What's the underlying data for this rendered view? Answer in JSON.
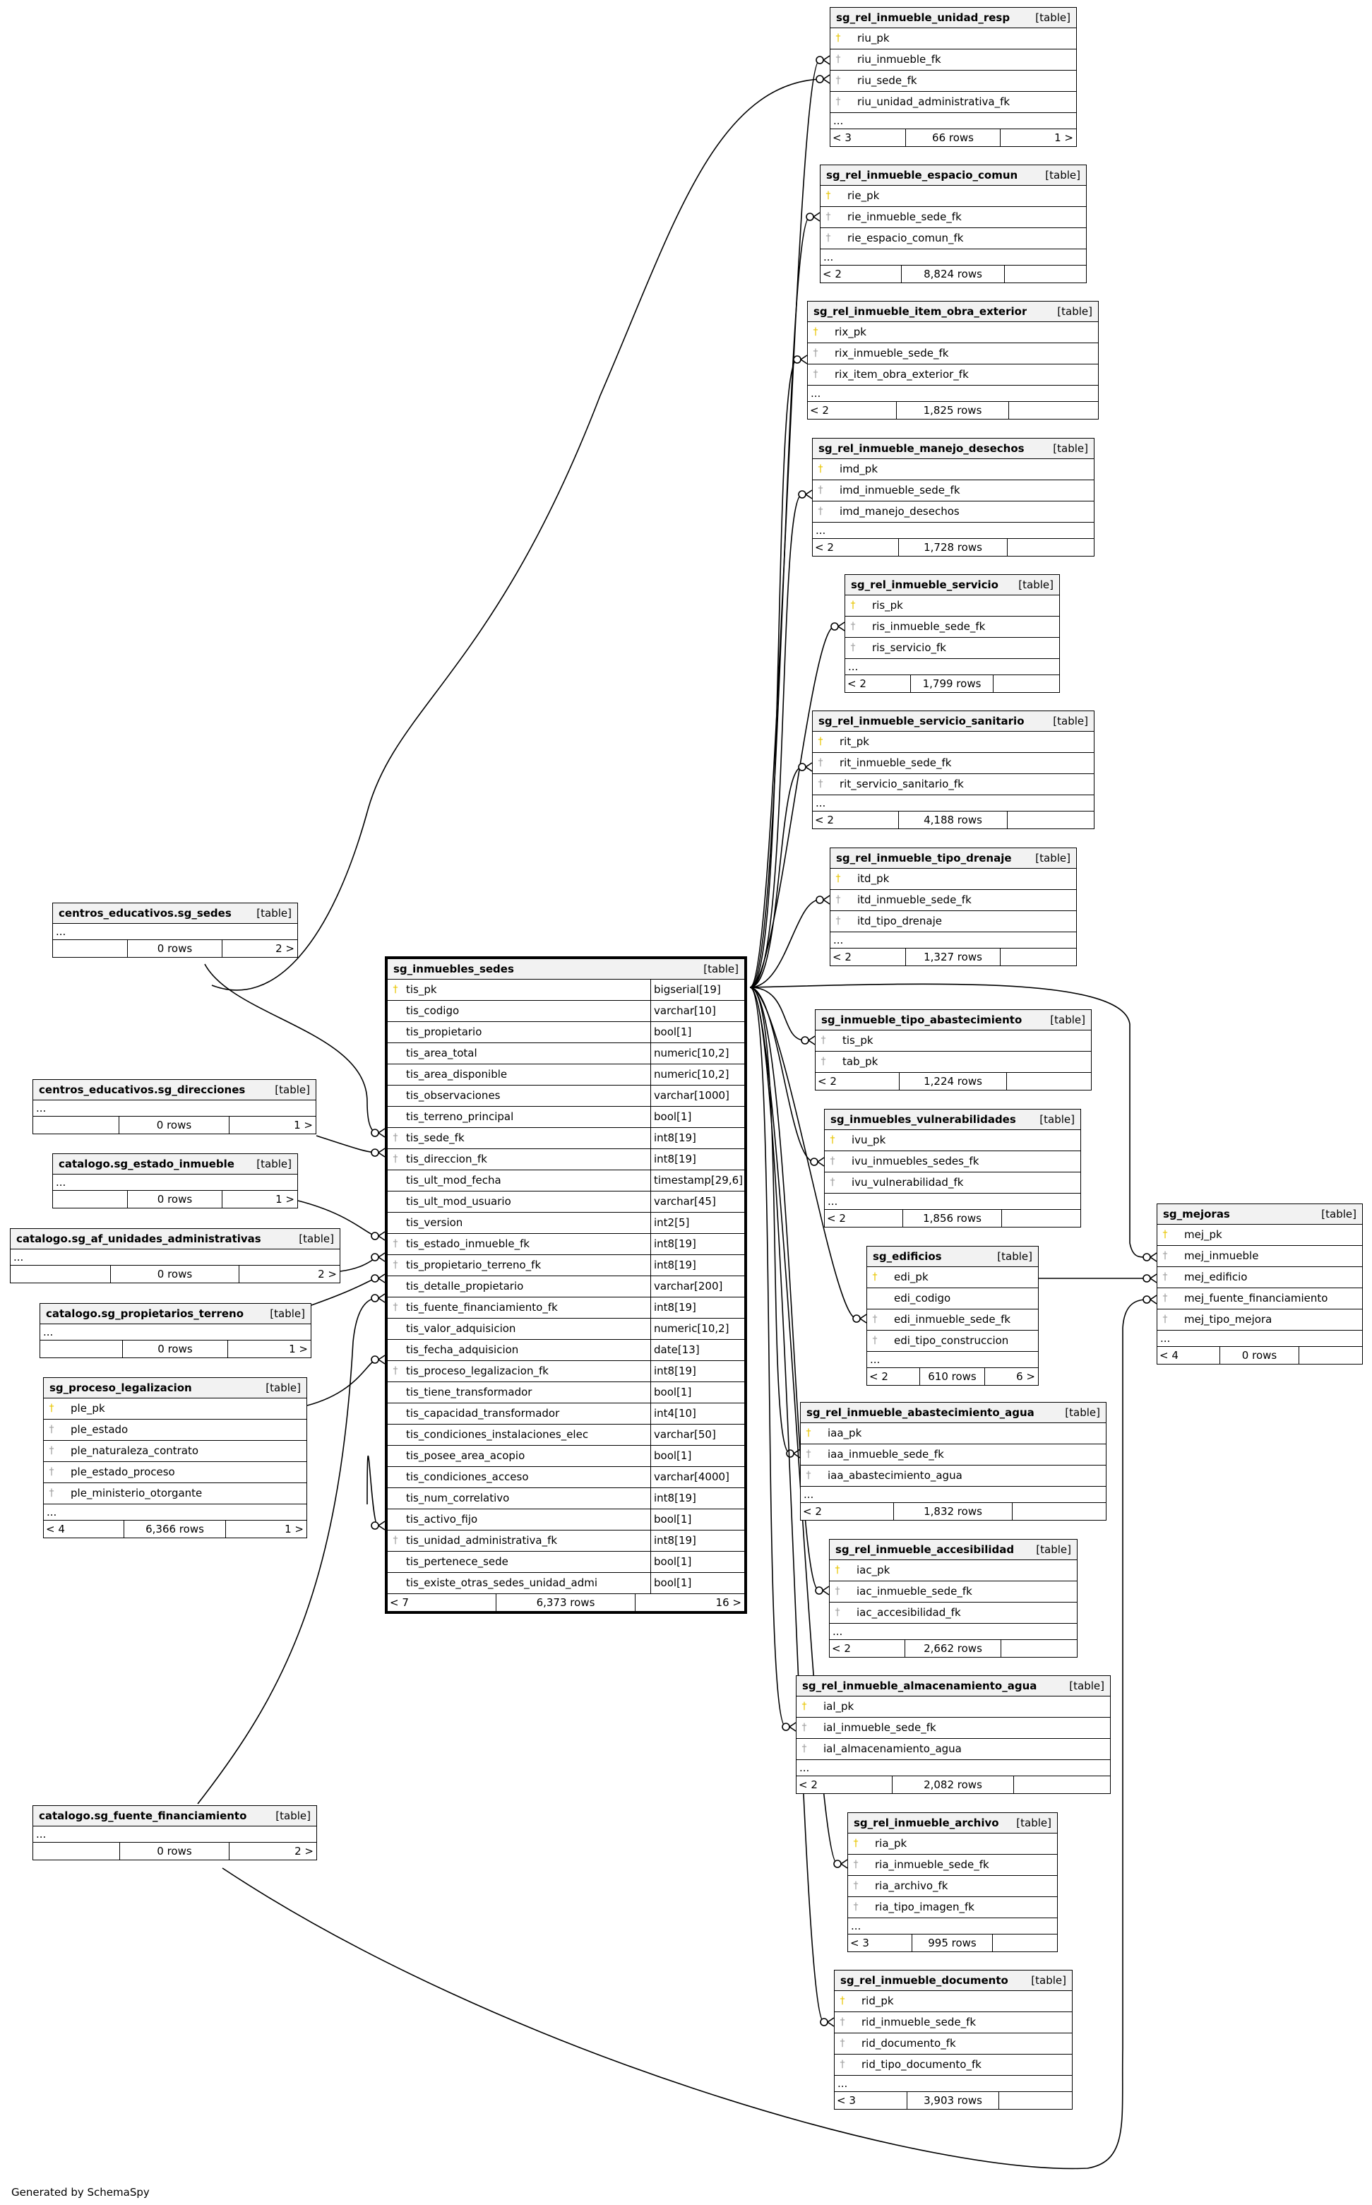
{
  "footer": "Generated by SchemaSpy",
  "tables": [
    {
      "id": "t_unidad_resp",
      "name": "sg_rel_inmueble_unidad_resp",
      "tag": "[table]",
      "columns": [
        {
          "name": "riu_pk",
          "icon": "pk"
        },
        {
          "name": "riu_inmueble_fk",
          "icon": "fk"
        },
        {
          "name": "riu_sede_fk",
          "icon": "fk"
        },
        {
          "name": "riu_unidad_administrativa_fk",
          "icon": "fk"
        }
      ],
      "ellipsis": "...",
      "footer": [
        "< 3",
        "66 rows",
        "1 >"
      ]
    },
    {
      "id": "t_espacio",
      "name": "sg_rel_inmueble_espacio_comun",
      "tag": "[table]",
      "columns": [
        {
          "name": "rie_pk",
          "icon": "pk"
        },
        {
          "name": "rie_inmueble_sede_fk",
          "icon": "fk"
        },
        {
          "name": "rie_espacio_comun_fk",
          "icon": "fk"
        }
      ],
      "ellipsis": "...",
      "footer": [
        "< 2",
        "8,824 rows",
        ""
      ]
    },
    {
      "id": "t_item_obra",
      "name": "sg_rel_inmueble_item_obra_exterior",
      "tag": "[table]",
      "columns": [
        {
          "name": "rix_pk",
          "icon": "pk"
        },
        {
          "name": "rix_inmueble_sede_fk",
          "icon": "fk"
        },
        {
          "name": "rix_item_obra_exterior_fk",
          "icon": "fk"
        }
      ],
      "ellipsis": "...",
      "footer": [
        "< 2",
        "1,825 rows",
        ""
      ]
    },
    {
      "id": "t_desechos",
      "name": "sg_rel_inmueble_manejo_desechos",
      "tag": "[table]",
      "columns": [
        {
          "name": "imd_pk",
          "icon": "pk"
        },
        {
          "name": "imd_inmueble_sede_fk",
          "icon": "fk"
        },
        {
          "name": "imd_manejo_desechos",
          "icon": "fk"
        }
      ],
      "ellipsis": "...",
      "footer": [
        "< 2",
        "1,728 rows",
        ""
      ]
    },
    {
      "id": "t_servicio",
      "name": "sg_rel_inmueble_servicio",
      "tag": "[table]",
      "columns": [
        {
          "name": "ris_pk",
          "icon": "pk"
        },
        {
          "name": "ris_inmueble_sede_fk",
          "icon": "fk"
        },
        {
          "name": "ris_servicio_fk",
          "icon": "fk"
        }
      ],
      "ellipsis": "...",
      "footer": [
        "< 2",
        "1,799 rows",
        ""
      ]
    },
    {
      "id": "t_sanitario",
      "name": "sg_rel_inmueble_servicio_sanitario",
      "tag": "[table]",
      "columns": [
        {
          "name": "rit_pk",
          "icon": "pk"
        },
        {
          "name": "rit_inmueble_sede_fk",
          "icon": "fk"
        },
        {
          "name": "rit_servicio_sanitario_fk",
          "icon": "fk"
        }
      ],
      "ellipsis": "...",
      "footer": [
        "< 2",
        "4,188 rows",
        ""
      ]
    },
    {
      "id": "t_drenaje",
      "name": "sg_rel_inmueble_tipo_drenaje",
      "tag": "[table]",
      "columns": [
        {
          "name": "itd_pk",
          "icon": "pk"
        },
        {
          "name": "itd_inmueble_sede_fk",
          "icon": "fk"
        },
        {
          "name": "itd_tipo_drenaje",
          "icon": "fk"
        }
      ],
      "ellipsis": "...",
      "footer": [
        "< 2",
        "1,327 rows",
        ""
      ]
    },
    {
      "id": "t_tipo_abast",
      "name": "sg_inmueble_tipo_abastecimiento",
      "tag": "[table]",
      "columns": [
        {
          "name": "tis_pk",
          "icon": "fk"
        },
        {
          "name": "tab_pk",
          "icon": "fk"
        }
      ],
      "ellipsis": "",
      "footer": [
        "< 2",
        "1,224 rows",
        ""
      ]
    },
    {
      "id": "t_vulner",
      "name": "sg_inmuebles_vulnerabilidades",
      "tag": "[table]",
      "columns": [
        {
          "name": "ivu_pk",
          "icon": "pk"
        },
        {
          "name": "ivu_inmuebles_sedes_fk",
          "icon": "fk"
        },
        {
          "name": "ivu_vulnerabilidad_fk",
          "icon": "fk"
        }
      ],
      "ellipsis": "...",
      "footer": [
        "< 2",
        "1,856 rows",
        ""
      ]
    },
    {
      "id": "t_edificios",
      "name": "sg_edificios",
      "tag": "[table]",
      "columns": [
        {
          "name": "edi_pk",
          "icon": "pk"
        },
        {
          "name": "edi_codigo",
          "icon": "nn"
        },
        {
          "name": "edi_inmueble_sede_fk",
          "icon": "fk"
        },
        {
          "name": "edi_tipo_construccion",
          "icon": "fk"
        }
      ],
      "ellipsis": "...",
      "footer": [
        "< 2",
        "610 rows",
        "6 >"
      ]
    },
    {
      "id": "t_abast_agua",
      "name": "sg_rel_inmueble_abastecimiento_agua",
      "tag": "[table]",
      "columns": [
        {
          "name": "iaa_pk",
          "icon": "pk"
        },
        {
          "name": "iaa_inmueble_sede_fk",
          "icon": "fk"
        },
        {
          "name": "iaa_abastecimiento_agua",
          "icon": "fk"
        }
      ],
      "ellipsis": "...",
      "footer": [
        "< 2",
        "1,832 rows",
        ""
      ]
    },
    {
      "id": "t_accesib",
      "name": "sg_rel_inmueble_accesibilidad",
      "tag": "[table]",
      "columns": [
        {
          "name": "iac_pk",
          "icon": "pk"
        },
        {
          "name": "iac_inmueble_sede_fk",
          "icon": "fk"
        },
        {
          "name": "iac_accesibilidad_fk",
          "icon": "fk"
        }
      ],
      "ellipsis": "...",
      "footer": [
        "< 2",
        "2,662 rows",
        ""
      ]
    },
    {
      "id": "t_almac",
      "name": "sg_rel_inmueble_almacenamiento_agua",
      "tag": "[table]",
      "columns": [
        {
          "name": "ial_pk",
          "icon": "pk"
        },
        {
          "name": "ial_inmueble_sede_fk",
          "icon": "fk"
        },
        {
          "name": "ial_almacenamiento_agua",
          "icon": "fk"
        }
      ],
      "ellipsis": "...",
      "footer": [
        "< 2",
        "2,082 rows",
        ""
      ]
    },
    {
      "id": "t_archivo",
      "name": "sg_rel_inmueble_archivo",
      "tag": "[table]",
      "columns": [
        {
          "name": "ria_pk",
          "icon": "pk"
        },
        {
          "name": "ria_inmueble_sede_fk",
          "icon": "fk"
        },
        {
          "name": "ria_archivo_fk",
          "icon": "fk"
        },
        {
          "name": "ria_tipo_imagen_fk",
          "icon": "fk"
        }
      ],
      "ellipsis": "...",
      "footer": [
        "< 3",
        "995 rows",
        ""
      ]
    },
    {
      "id": "t_documento",
      "name": "sg_rel_inmueble_documento",
      "tag": "[table]",
      "columns": [
        {
          "name": "rid_pk",
          "icon": "pk"
        },
        {
          "name": "rid_inmueble_sede_fk",
          "icon": "fk"
        },
        {
          "name": "rid_documento_fk",
          "icon": "fk"
        },
        {
          "name": "rid_tipo_documento_fk",
          "icon": "fk"
        }
      ],
      "ellipsis": "...",
      "footer": [
        "< 3",
        "3,903 rows",
        ""
      ]
    },
    {
      "id": "t_mejoras",
      "name": "sg_mejoras",
      "tag": "[table]",
      "columns": [
        {
          "name": "mej_pk",
          "icon": "pk"
        },
        {
          "name": "mej_inmueble",
          "icon": "fk"
        },
        {
          "name": "mej_edificio",
          "icon": "fk"
        },
        {
          "name": "mej_fuente_financiamiento",
          "icon": "fk"
        },
        {
          "name": "mej_tipo_mejora",
          "icon": "fk"
        }
      ],
      "ellipsis": "...",
      "footer": [
        "< 4",
        "0 rows",
        ""
      ]
    },
    {
      "id": "t_sedes",
      "name": "centros_educativos.sg_sedes",
      "tag": "[table]",
      "columns": [],
      "ellipsis": "...",
      "footer": [
        "",
        "0 rows",
        "2 >"
      ]
    },
    {
      "id": "t_direcciones",
      "name": "centros_educativos.sg_direcciones",
      "tag": "[table]",
      "columns": [],
      "ellipsis": "...",
      "footer": [
        "",
        "0 rows",
        "1 >"
      ]
    },
    {
      "id": "t_estado",
      "name": "catalogo.sg_estado_inmueble",
      "tag": "[table]",
      "columns": [],
      "ellipsis": "...",
      "footer": [
        "",
        "0 rows",
        "1 >"
      ]
    },
    {
      "id": "t_af_unidades",
      "name": "catalogo.sg_af_unidades_administrativas",
      "tag": "[table]",
      "columns": [],
      "ellipsis": "...",
      "footer": [
        "",
        "0 rows",
        "2 >"
      ]
    },
    {
      "id": "t_propietarios",
      "name": "catalogo.sg_propietarios_terreno",
      "tag": "[table]",
      "columns": [],
      "ellipsis": "...",
      "footer": [
        "",
        "0 rows",
        "1 >"
      ]
    },
    {
      "id": "t_proceso",
      "name": "sg_proceso_legalizacion",
      "tag": "[table]",
      "columns": [
        {
          "name": "ple_pk",
          "icon": "pk"
        },
        {
          "name": "ple_estado",
          "icon": "fk"
        },
        {
          "name": "ple_naturaleza_contrato",
          "icon": "fk"
        },
        {
          "name": "ple_estado_proceso",
          "icon": "fk"
        },
        {
          "name": "ple_ministerio_otorgante",
          "icon": "fk"
        }
      ],
      "ellipsis": "...",
      "footer": [
        "< 4",
        "6,366 rows",
        "1 >"
      ]
    },
    {
      "id": "t_fuente",
      "name": "catalogo.sg_fuente_financiamiento",
      "tag": "[table]",
      "columns": [],
      "ellipsis": "...",
      "footer": [
        "",
        "0 rows",
        "2 >"
      ]
    },
    {
      "id": "t_main",
      "name": "sg_inmuebles_sedes",
      "tag": "[table]",
      "main": true,
      "columns": [
        {
          "name": "tis_pk",
          "type": "bigserial[19]",
          "icon": "pk"
        },
        {
          "name": "tis_codigo",
          "type": "varchar[10]",
          "icon": "nn"
        },
        {
          "name": "tis_propietario",
          "type": "bool[1]",
          "icon": "nn"
        },
        {
          "name": "tis_area_total",
          "type": "numeric[10,2]",
          "icon": "nn"
        },
        {
          "name": "tis_area_disponible",
          "type": "numeric[10,2]",
          "icon": "nn"
        },
        {
          "name": "tis_observaciones",
          "type": "varchar[1000]",
          "icon": "nn"
        },
        {
          "name": "tis_terreno_principal",
          "type": "bool[1]",
          "icon": "nn"
        },
        {
          "name": "tis_sede_fk",
          "type": "int8[19]",
          "icon": "fk"
        },
        {
          "name": "tis_direccion_fk",
          "type": "int8[19]",
          "icon": "fk"
        },
        {
          "name": "tis_ult_mod_fecha",
          "type": "timestamp[29,6]",
          "icon": "nn"
        },
        {
          "name": "tis_ult_mod_usuario",
          "type": "varchar[45]",
          "icon": "nn"
        },
        {
          "name": "tis_version",
          "type": "int2[5]",
          "icon": "nn"
        },
        {
          "name": "tis_estado_inmueble_fk",
          "type": "int8[19]",
          "icon": "fk"
        },
        {
          "name": "tis_propietario_terreno_fk",
          "type": "int8[19]",
          "icon": "fk"
        },
        {
          "name": "tis_detalle_propietario",
          "type": "varchar[200]",
          "icon": "nn"
        },
        {
          "name": "tis_fuente_financiamiento_fk",
          "type": "int8[19]",
          "icon": "fk"
        },
        {
          "name": "tis_valor_adquisicion",
          "type": "numeric[10,2]",
          "icon": "nn"
        },
        {
          "name": "tis_fecha_adquisicion",
          "type": "date[13]",
          "icon": "nn"
        },
        {
          "name": "tis_proceso_legalizacion_fk",
          "type": "int8[19]",
          "icon": "fk"
        },
        {
          "name": "tis_tiene_transformador",
          "type": "bool[1]",
          "icon": "nn"
        },
        {
          "name": "tis_capacidad_transformador",
          "type": "int4[10]",
          "icon": "nn"
        },
        {
          "name": "tis_condiciones_instalaciones_elec",
          "type": "varchar[50]",
          "icon": "nn"
        },
        {
          "name": "tis_posee_area_acopio",
          "type": "bool[1]",
          "icon": "nn"
        },
        {
          "name": "tis_condiciones_acceso",
          "type": "varchar[4000]",
          "icon": "nn"
        },
        {
          "name": "tis_num_correlativo",
          "type": "int8[19]",
          "icon": "nn"
        },
        {
          "name": "tis_activo_fijo",
          "type": "bool[1]",
          "icon": "nn"
        },
        {
          "name": "tis_unidad_administrativa_fk",
          "type": "int8[19]",
          "icon": "fk"
        },
        {
          "name": "tis_pertenece_sede",
          "type": "bool[1]",
          "icon": "nn"
        },
        {
          "name": "tis_existe_otras_sedes_unidad_admi",
          "type": "bool[1]",
          "icon": "nn"
        }
      ],
      "ellipsis": "",
      "footer": [
        "< 7",
        "6,373 rows",
        "16 >"
      ]
    }
  ]
}
